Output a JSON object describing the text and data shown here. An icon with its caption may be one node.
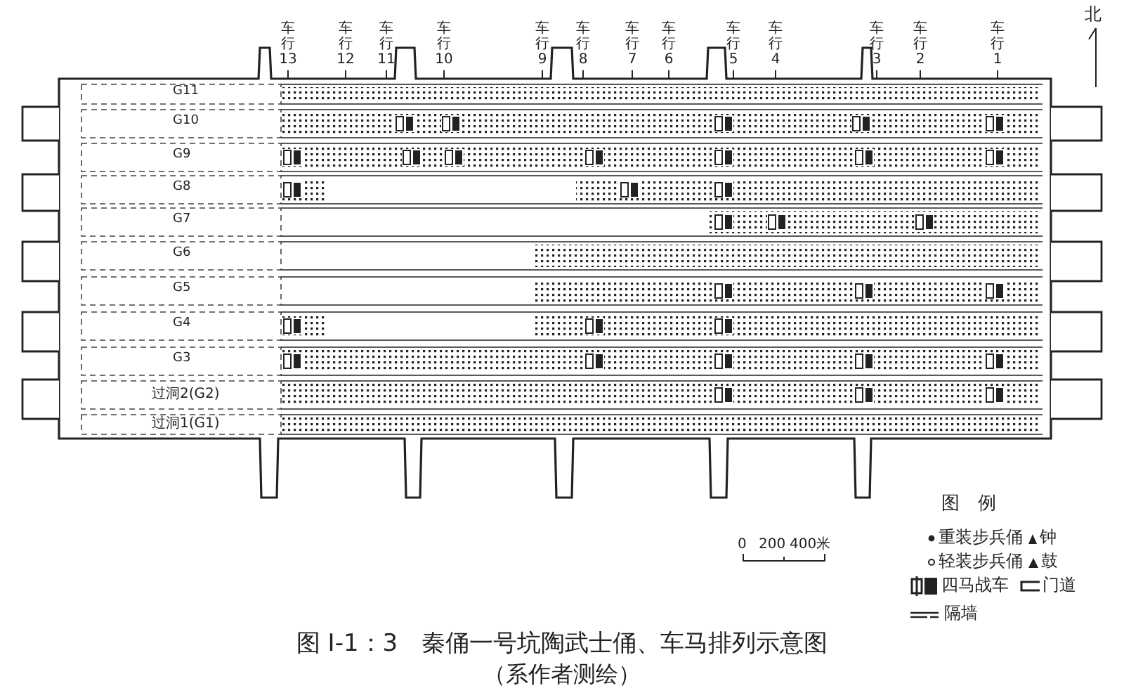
{
  "diagram": {
    "title": "图 Ⅰ-1：3　秦俑一号坑陶武士俑、车马排列示意图",
    "caption": "（系作者测绘）",
    "labels": [
      "车行13",
      "车行12",
      "车行11",
      "车行10",
      "车行9",
      "车行8",
      "车行7",
      "车行6",
      "车行5",
      "车行4",
      "车行3",
      "车行2",
      "车行1",
      "G11",
      "G10",
      "G9",
      "G8",
      "G7",
      "G6",
      "G5",
      "G4",
      "G3",
      "过洞2(G2)",
      "过洞1(G1)",
      "北",
      "0",
      "200",
      "400米",
      "图　例"
    ],
    "legend": [
      {
        "text": "重装步兵俑"
      },
      {
        "text": "钟"
      },
      {
        "text": "轻装步兵俑"
      },
      {
        "text": "鼓"
      },
      {
        "text": "四马战车"
      },
      {
        "text": "门道"
      },
      {
        "text": "隔墙"
      }
    ]
  }
}
